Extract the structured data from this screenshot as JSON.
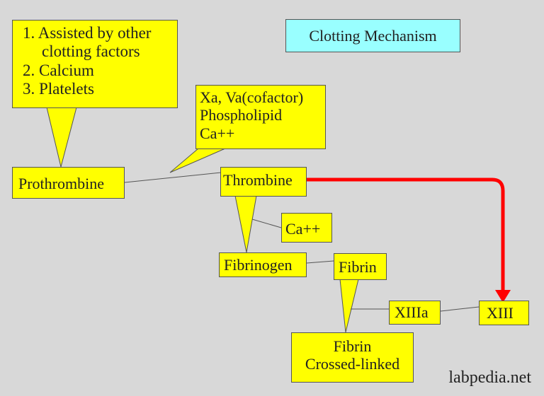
{
  "title": "Clotting Mechanism",
  "nodes": {
    "assisted": {
      "line1": "1. Assisted by other",
      "line2": "clotting factors",
      "line3": "2. Calcium",
      "line4": "3. Platelets"
    },
    "cofactor": {
      "line1": "Xa, Va(cofactor)",
      "line2": "Phospholipid",
      "line3": "Ca++"
    },
    "prothrombine": "Prothrombine",
    "thrombine": "Thrombine",
    "ca": "Ca++",
    "fibrinogen": "Fibrinogen",
    "fibrin": "Fibrin",
    "xiiia": "XIIIa",
    "xiii": "XIII",
    "crosslinked": {
      "line1": "Fibrin",
      "line2": "Crossed-linked"
    }
  },
  "watermark": "labpedia.net",
  "colors": {
    "background": "#d8d8d8",
    "box_fill": "#ffff00",
    "title_fill": "#99ffff",
    "arrow": "#ff0000"
  }
}
